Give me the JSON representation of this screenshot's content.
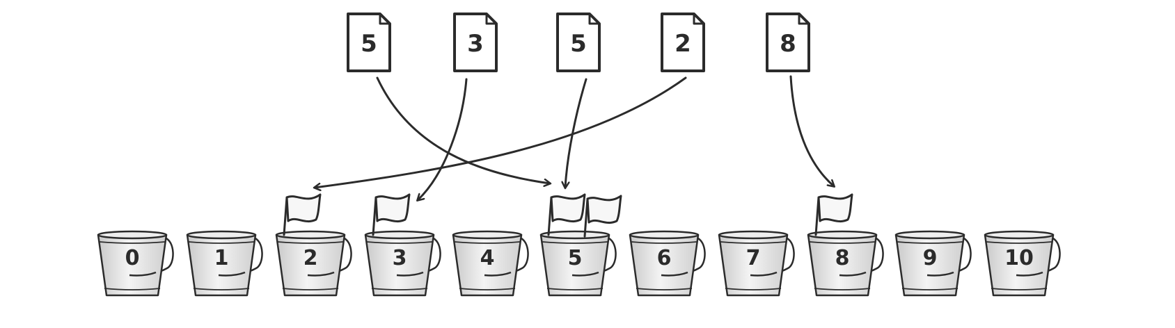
{
  "diagram": {
    "cards": [
      {
        "label": "5",
        "target_bucket": 5
      },
      {
        "label": "3",
        "target_bucket": 3
      },
      {
        "label": "5",
        "target_bucket": 5
      },
      {
        "label": "2",
        "target_bucket": 2
      },
      {
        "label": "8",
        "target_bucket": 8
      }
    ],
    "buckets": [
      {
        "label": "0",
        "flags": 0
      },
      {
        "label": "1",
        "flags": 0
      },
      {
        "label": "2",
        "flags": 1
      },
      {
        "label": "3",
        "flags": 1
      },
      {
        "label": "4",
        "flags": 0
      },
      {
        "label": "5",
        "flags": 2
      },
      {
        "label": "6",
        "flags": 0
      },
      {
        "label": "7",
        "flags": 0
      },
      {
        "label": "8",
        "flags": 1
      },
      {
        "label": "9",
        "flags": 0
      },
      {
        "label": "10",
        "flags": 0
      }
    ],
    "colors": {
      "ink": "#2b2b2b",
      "bucket_fill_light": "#f4f4f4",
      "bucket_fill_dark": "#c9c9c9",
      "card_fill": "#ffffff",
      "flag_fill": "#f7f7f7"
    }
  }
}
